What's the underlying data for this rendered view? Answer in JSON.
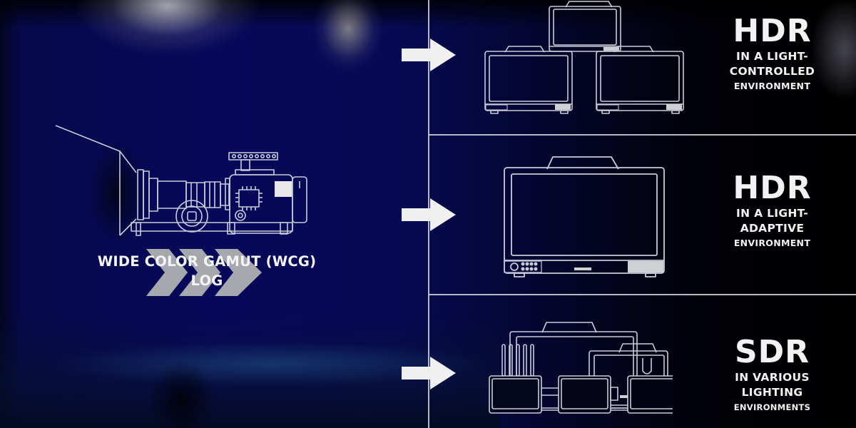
{
  "source": {
    "caption_line1": "WIDE COLOR GAMUT (WCG)",
    "caption_line2": "LOG",
    "icon": "cinema-camera-icon",
    "chevron_icon": "triple-chevron-right-icon"
  },
  "outputs": [
    {
      "title": "HDR",
      "line1": "IN A LIGHT-",
      "line2": "CONTROLLED",
      "line3": "ENVIRONMENT",
      "icon": "three-monitor-stack-icon"
    },
    {
      "title": "HDR",
      "line1": "IN A LIGHT-",
      "line2": "ADAPTIVE",
      "line3": "ENVIRONMENT",
      "icon": "single-monitor-icon"
    },
    {
      "title": "SDR",
      "line1": "IN VARIOUS",
      "line2": "LIGHTING",
      "line3": "ENVIRONMENTS",
      "icon": "wireless-monitor-kit-icon"
    }
  ],
  "colors": {
    "background_blue": "#07085a",
    "line_art": "#c8ccd8",
    "text": "#f2f2f2",
    "chevron_gray": "#a6a8ae"
  }
}
